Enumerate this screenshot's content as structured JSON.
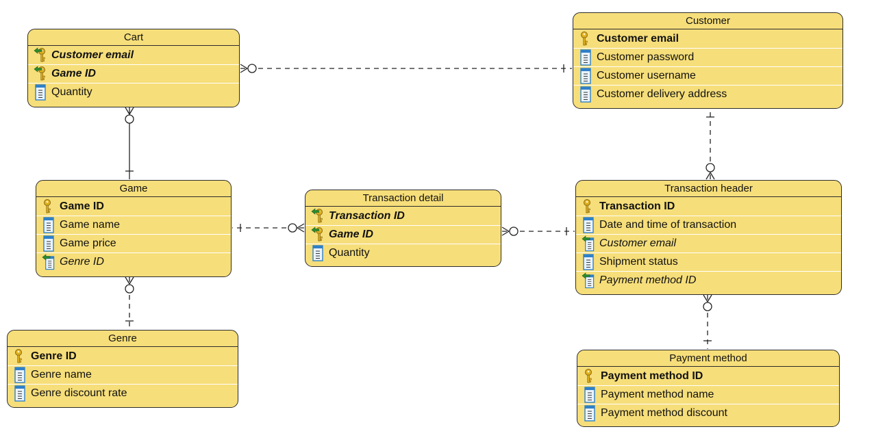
{
  "entities": {
    "cart": {
      "title": "Cart",
      "columns": [
        {
          "name": "Customer email",
          "kind": "pkfk",
          "icon": "foreign-primary-key-icon"
        },
        {
          "name": "Game ID",
          "kind": "pkfk",
          "icon": "foreign-primary-key-icon"
        },
        {
          "name": "Quantity",
          "kind": "col",
          "icon": "column-icon"
        }
      ]
    },
    "customer": {
      "title": "Customer",
      "columns": [
        {
          "name": "Customer email",
          "kind": "pk",
          "icon": "primary-key-icon"
        },
        {
          "name": "Customer password",
          "kind": "col",
          "icon": "column-icon"
        },
        {
          "name": "Customer username",
          "kind": "col",
          "icon": "column-icon"
        },
        {
          "name": "Customer delivery address",
          "kind": "col",
          "icon": "column-icon"
        }
      ]
    },
    "game": {
      "title": "Game",
      "columns": [
        {
          "name": "Game ID",
          "kind": "pk",
          "icon": "primary-key-icon"
        },
        {
          "name": "Game name",
          "kind": "col",
          "icon": "column-icon"
        },
        {
          "name": "Game price",
          "kind": "col",
          "icon": "column-icon"
        },
        {
          "name": "Genre ID",
          "kind": "fk",
          "icon": "foreign-key-icon"
        }
      ]
    },
    "transaction_detail": {
      "title": "Transaction detail",
      "columns": [
        {
          "name": "Transaction ID",
          "kind": "pkfk",
          "icon": "foreign-primary-key-icon"
        },
        {
          "name": "Game ID",
          "kind": "pkfk",
          "icon": "foreign-primary-key-icon"
        },
        {
          "name": "Quantity",
          "kind": "col",
          "icon": "column-icon"
        }
      ]
    },
    "transaction_header": {
      "title": "Transaction header",
      "columns": [
        {
          "name": "Transaction ID",
          "kind": "pk",
          "icon": "primary-key-icon"
        },
        {
          "name": "Date and time of transaction",
          "kind": "col",
          "icon": "column-icon"
        },
        {
          "name": "Customer email",
          "kind": "fk",
          "icon": "foreign-key-icon"
        },
        {
          "name": "Shipment status",
          "kind": "col",
          "icon": "column-icon"
        },
        {
          "name": "Payment method ID",
          "kind": "fk",
          "icon": "foreign-key-icon"
        }
      ]
    },
    "genre": {
      "title": "Genre",
      "columns": [
        {
          "name": "Genre ID",
          "kind": "pk",
          "icon": "primary-key-icon"
        },
        {
          "name": "Genre name",
          "kind": "col",
          "icon": "column-icon"
        },
        {
          "name": "Genre discount rate",
          "kind": "col",
          "icon": "column-icon"
        }
      ]
    },
    "payment_method": {
      "title": "Payment method",
      "columns": [
        {
          "name": "Payment method ID",
          "kind": "pk",
          "icon": "primary-key-icon"
        },
        {
          "name": "Payment method name",
          "kind": "col",
          "icon": "column-icon"
        },
        {
          "name": "Payment method discount",
          "kind": "col",
          "icon": "column-icon"
        }
      ]
    }
  },
  "relationships": [
    {
      "from": "cart",
      "from_card": "zero-or-many",
      "to": "customer",
      "to_card": "exactly-one",
      "style": "dashed"
    },
    {
      "from": "cart",
      "from_card": "zero-or-many",
      "to": "game",
      "to_card": "exactly-one",
      "style": "solid"
    },
    {
      "from": "transaction_header",
      "from_card": "zero-or-many",
      "to": "customer",
      "to_card": "exactly-one",
      "style": "dashed"
    },
    {
      "from": "transaction_detail",
      "from_card": "zero-or-many",
      "to": "game",
      "to_card": "exactly-one",
      "style": "dashed"
    },
    {
      "from": "transaction_detail",
      "from_card": "zero-or-many",
      "to": "transaction_header",
      "to_card": "exactly-one",
      "style": "dashed"
    },
    {
      "from": "game",
      "from_card": "zero-or-many",
      "to": "genre",
      "to_card": "exactly-one",
      "style": "dashed"
    },
    {
      "from": "transaction_header",
      "from_card": "zero-or-many",
      "to": "payment_method",
      "to_card": "exactly-one",
      "style": "dashed"
    }
  ],
  "colors": {
    "entity_fill": "#f6de7a",
    "entity_border": "#2b2b2b",
    "key_gold": "#e0b020",
    "column_blue": "#2f80c8",
    "fk_green": "#2e8b2e"
  }
}
